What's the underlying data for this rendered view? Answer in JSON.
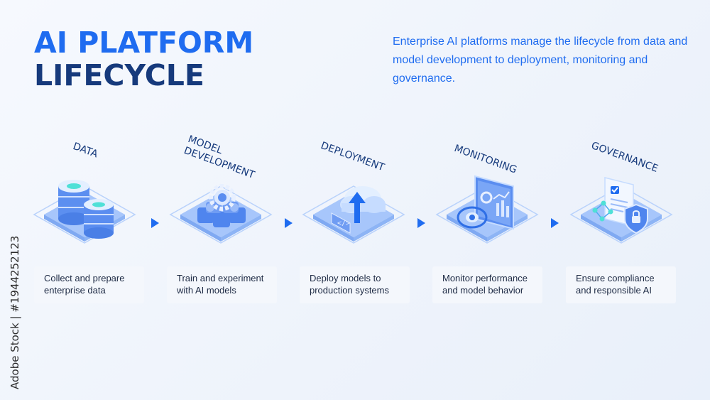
{
  "title_line1": "AI PLATFORM",
  "title_line2": "LIFECYCLE",
  "intro": "Enterprise AI platforms manage the lifecycle from data and model development to deployment, monitoring and governance.",
  "stages": [
    {
      "label_lines": [
        "DATA"
      ],
      "desc": "Collect and prepare enterprise data",
      "icon": "database-stack-icon"
    },
    {
      "label_lines": [
        "MODEL",
        "DEVELOPMENT"
      ],
      "desc": "Train and experiment with AI models",
      "icon": "gear-puzzle-icon"
    },
    {
      "label_lines": [
        "DEPLOYMENT"
      ],
      "desc": "Deploy models to production systems",
      "icon": "cloud-upload-icon"
    },
    {
      "label_lines": [
        "MONITORING"
      ],
      "desc": "Monitor performance and model behavior",
      "icon": "dashboard-eye-icon"
    },
    {
      "label_lines": [
        "GOVERNANCE"
      ],
      "desc": "Ensure compliance and responsible AI",
      "icon": "document-shield-icon"
    }
  ],
  "arrow_icon": "arrow-right-icon",
  "watermark": "Adobe Stock | #1944252123",
  "colors": {
    "accent": "#1f6cf0",
    "dark": "#163a7c",
    "platform": "#9cc1ff"
  }
}
